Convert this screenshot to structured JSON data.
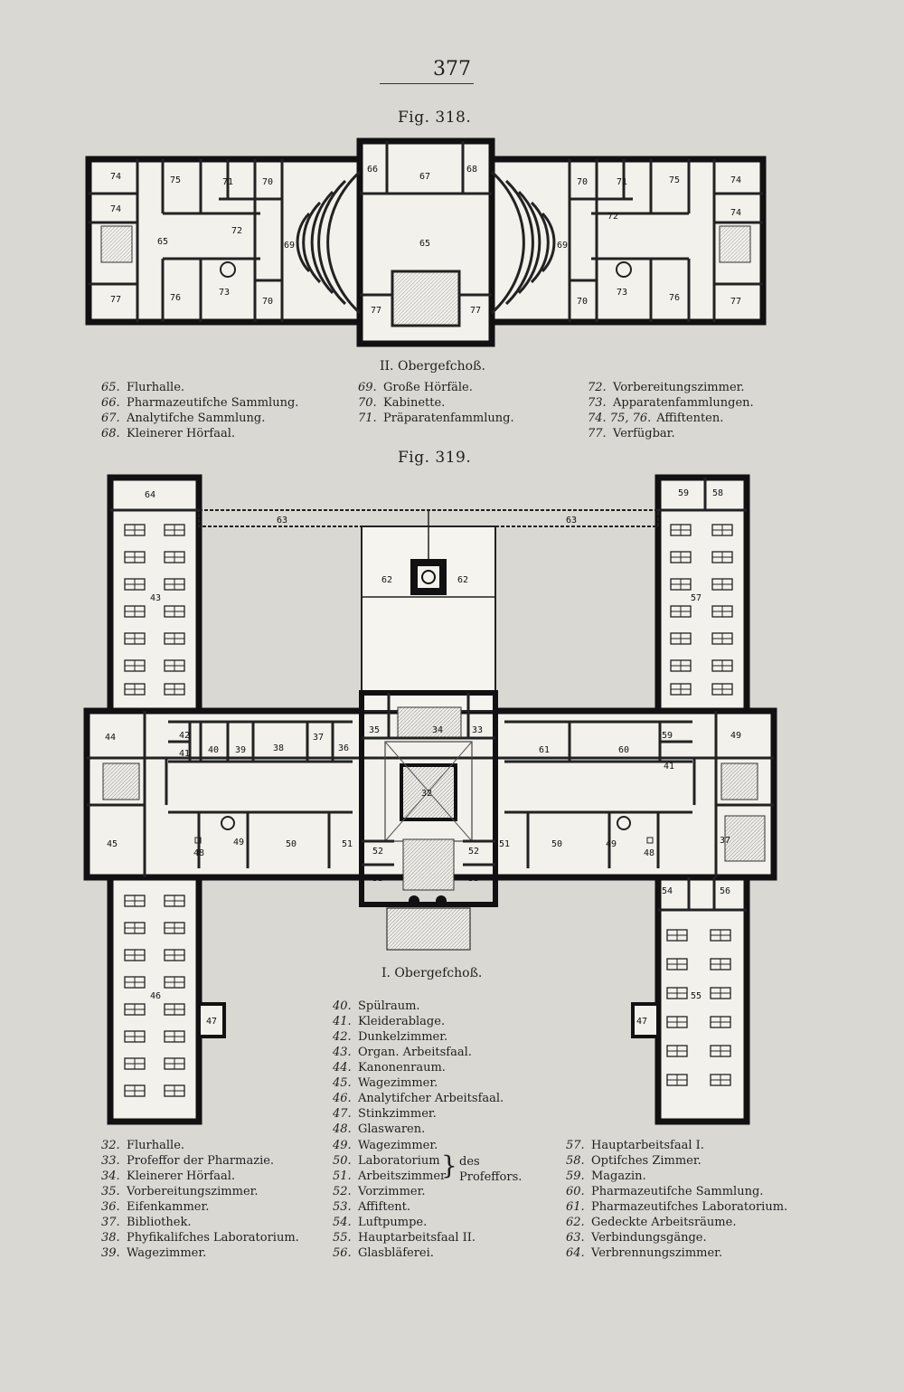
{
  "page_number": "377",
  "fig318": {
    "title": "Fig. 318.",
    "floor": "II. Obergefchoß.",
    "rooms": {
      "r65": "65",
      "r66": "66",
      "r67": "67",
      "r68": "68",
      "r69": "69",
      "r70": "70",
      "r71": "71",
      "r72": "72",
      "r73": "73",
      "r74": "74",
      "r75": "75",
      "r76": "76",
      "r77": "77"
    },
    "legend_col1": [
      {
        "n": "65.",
        "t": "Flurhalle."
      },
      {
        "n": "66.",
        "t": "Pharmazeutifche Sammlung."
      },
      {
        "n": "67.",
        "t": "Analytifche Sammlung."
      },
      {
        "n": "68.",
        "t": "Kleinerer Hörfaal."
      }
    ],
    "legend_col2": [
      {
        "n": "69.",
        "t": "Große Hörfäle."
      },
      {
        "n": "70.",
        "t": "Kabinette."
      },
      {
        "n": "71.",
        "t": "Präparatenfammlung."
      }
    ],
    "legend_col3": [
      {
        "n": "72.",
        "t": "Vorbereitungszimmer."
      },
      {
        "n": "73.",
        "t": "Apparatenfammlungen."
      },
      {
        "n": "74. 75, 76.",
        "t": "Affiftenten."
      },
      {
        "n": "77.",
        "t": "Verfügbar."
      }
    ]
  },
  "fig319": {
    "title": "Fig. 319.",
    "floor": "I. Obergefchoß.",
    "rooms": {
      "r32": "32",
      "r33": "33",
      "r34": "34",
      "r35": "35",
      "r36": "36",
      "r37": "37",
      "r38": "38",
      "r39": "39",
      "r40": "40",
      "r41": "41",
      "r42": "42",
      "r43": "43",
      "r44": "44",
      "r45": "45",
      "r46": "46",
      "r47": "47",
      "r48": "48",
      "r49": "49",
      "r50": "50",
      "r51": "51",
      "r52": "52",
      "r53": "53",
      "r54": "54",
      "r55": "55",
      "r56": "56",
      "r57": "57",
      "r58": "58",
      "r59": "59",
      "r60": "60",
      "r61": "61",
      "r62": "62",
      "r63": "63",
      "r64": "64"
    },
    "legend_mid": [
      {
        "n": "40.",
        "t": "Spülraum."
      },
      {
        "n": "41.",
        "t": "Kleiderablage."
      },
      {
        "n": "42.",
        "t": "Dunkelzimmer."
      },
      {
        "n": "43.",
        "t": "Organ. Arbeitsfaal."
      },
      {
        "n": "44.",
        "t": "Kanonenraum."
      },
      {
        "n": "45.",
        "t": "Wagezimmer."
      },
      {
        "n": "46.",
        "t": "Analytifcher Arbeitsfaal."
      },
      {
        "n": "47.",
        "t": "Stinkzimmer."
      },
      {
        "n": "48.",
        "t": "Glaswaren."
      }
    ],
    "legend_col1": [
      {
        "n": "32.",
        "t": "Flurhalle."
      },
      {
        "n": "33.",
        "t": "Profeffor der Pharmazie."
      },
      {
        "n": "34.",
        "t": "Kleinerer Hörfaal."
      },
      {
        "n": "35.",
        "t": "Vorbereitungszimmer."
      },
      {
        "n": "36.",
        "t": "Eifenkammer."
      },
      {
        "n": "37.",
        "t": "Bibliothek."
      },
      {
        "n": "38.",
        "t": "Phyfikalifches Laboratorium."
      },
      {
        "n": "39.",
        "t": "Wagezimmer."
      }
    ],
    "legend_col2": [
      {
        "n": "49.",
        "t": "Wagezimmer."
      },
      {
        "n": "50.",
        "t": "Laboratorium"
      },
      {
        "n": "51.",
        "t": "Arbeitszimmer"
      },
      {
        "n": "52.",
        "t": "Vorzimmer."
      },
      {
        "n": "53.",
        "t": "Affiftent."
      },
      {
        "n": "54.",
        "t": "Luftpumpe."
      },
      {
        "n": "55.",
        "t": "Hauptarbeitsfaal II."
      },
      {
        "n": "56.",
        "t": "Glasbläferei."
      }
    ],
    "des_professors": "des\nProfeffors.",
    "legend_col3": [
      {
        "n": "57.",
        "t": "Hauptarbeitsfaal I."
      },
      {
        "n": "58.",
        "t": "Optifches Zimmer."
      },
      {
        "n": "59.",
        "t": "Magazin."
      },
      {
        "n": "60.",
        "t": "Pharmazeutifche Sammlung."
      },
      {
        "n": "61.",
        "t": "Pharmazeutifches Laboratorium."
      },
      {
        "n": "62.",
        "t": "Gedeckte Arbeitsräume."
      },
      {
        "n": "63.",
        "t": "Verbindungsgänge."
      },
      {
        "n": "64.",
        "t": "Verbrennungszimmer."
      }
    ]
  }
}
